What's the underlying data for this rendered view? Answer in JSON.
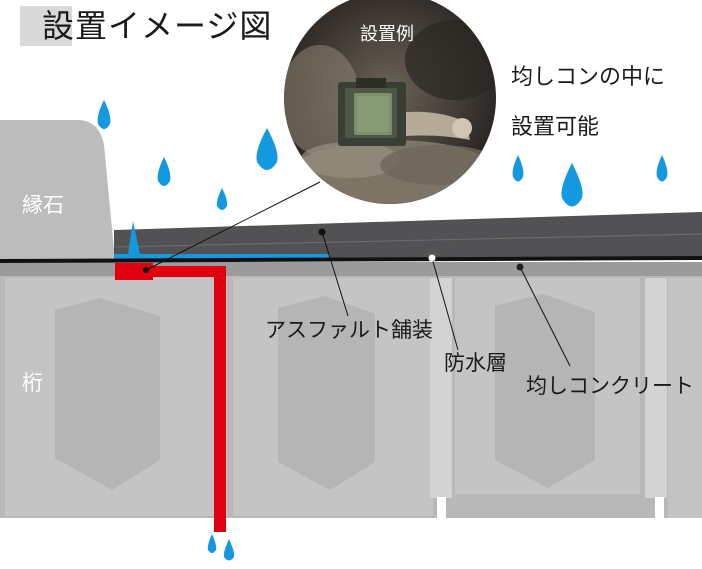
{
  "title": "設置イメージ図",
  "photo": {
    "caption": "設置例"
  },
  "side_note": {
    "line1": "均しコンの中に",
    "line2": "設置可能"
  },
  "labels": {
    "curb": "縁石",
    "girder": "桁",
    "asphalt": "アスファルト舗装",
    "waterproof": "防水層",
    "leveling_concrete": "均しコンクリート"
  },
  "colors": {
    "rain": "#1499e0",
    "drain": "#e0000f",
    "water_layer": "#1499e0",
    "asphalt": "#505052",
    "girder": "#b3b3b3",
    "curb": "#bcbcbc"
  }
}
